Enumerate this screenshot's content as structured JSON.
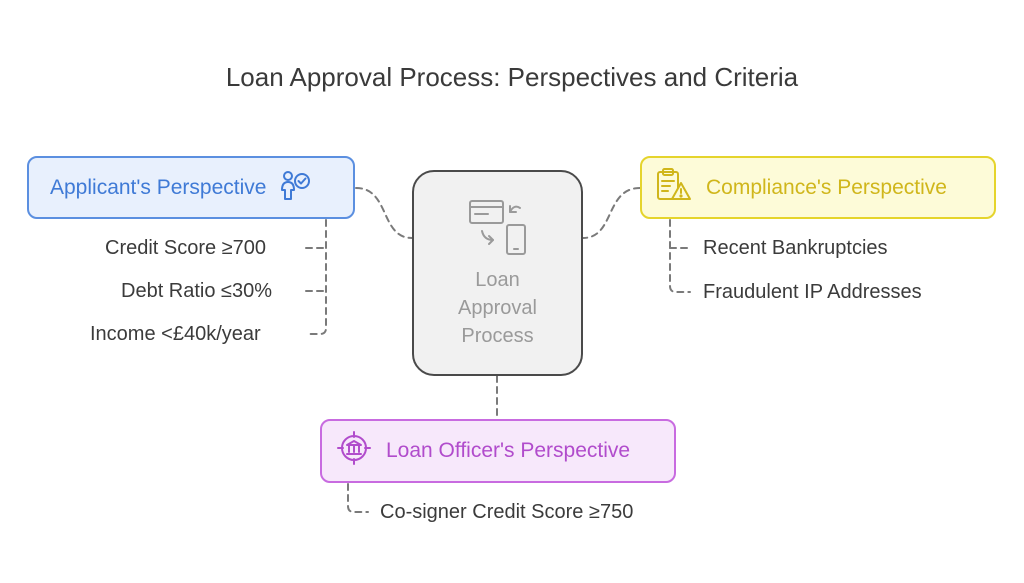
{
  "title": "Loan Approval Process: Perspectives and Criteria",
  "center": {
    "label_lines": [
      "Loan",
      "Approval",
      "Process"
    ],
    "icon": "card-and-phone-transfer-icon"
  },
  "applicant": {
    "label": "Applicant's Perspective",
    "icon": "person-check-icon",
    "items": [
      "Credit Score ≥700",
      "Debt Ratio ≤30%",
      "Income <£40k/year"
    ]
  },
  "compliance": {
    "label": "Compliance's Perspective",
    "icon": "clipboard-warning-icon",
    "items": [
      "Recent Bankruptcies",
      "Fraudulent IP Addresses"
    ]
  },
  "officer": {
    "label": "Loan Officer's Perspective",
    "icon": "bank-target-icon",
    "items": [
      "Co-signer Credit Score ≥750"
    ]
  },
  "colors": {
    "applicant_border": "#5b8fe0",
    "applicant_fill": "#e8f0fd",
    "compliance_border": "#e5d42c",
    "compliance_fill": "#fdfbd8",
    "officer_border": "#c86be0",
    "officer_fill": "#f7e8fb",
    "center_border": "#4a4a4a",
    "center_fill": "#f1f1f1"
  }
}
